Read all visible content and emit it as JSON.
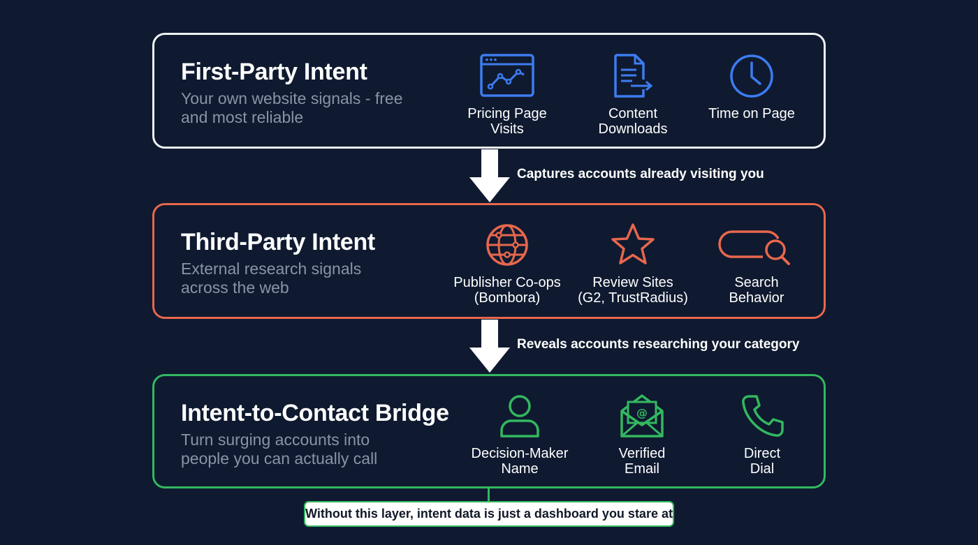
{
  "sections": [
    {
      "title": "First-Party Intent",
      "subtitle": "Your own website signals - free and most reliable",
      "accent": "#3d7cf0",
      "border": "#f1f2f6",
      "items": [
        {
          "icon": "browser-line-chart-icon",
          "label_line1": "Pricing Page",
          "label_line2": "Visits"
        },
        {
          "icon": "document-export-icon",
          "label_line1": "Content",
          "label_line2": "Downloads"
        },
        {
          "icon": "clock-icon",
          "label_line1": "Time on Page",
          "label_line2": ""
        }
      ]
    },
    {
      "title": "Third-Party Intent",
      "subtitle": "External research signals across the web",
      "accent": "#e8674d",
      "border": "#e8674d",
      "items": [
        {
          "icon": "globe-network-icon",
          "label_line1": "Publisher Co-ops",
          "label_line2": "(Bombora)"
        },
        {
          "icon": "star-icon",
          "label_line1": "Review Sites",
          "label_line2": "(G2, TrustRadius)"
        },
        {
          "icon": "search-bar-icon",
          "label_line1": "Search",
          "label_line2": "Behavior"
        }
      ]
    },
    {
      "title": "Intent-to-Contact Bridge",
      "subtitle": "Turn surging accounts into people you can actually call",
      "accent": "#33b85f",
      "border": "#33b85f",
      "items": [
        {
          "icon": "person-icon",
          "label_line1": "Decision-Maker",
          "label_line2": "Name"
        },
        {
          "icon": "email-envelope-icon",
          "label_line1": "Verified",
          "label_line2": "Email"
        },
        {
          "icon": "phone-icon",
          "label_line1": "Direct",
          "label_line2": "Dial"
        }
      ]
    }
  ],
  "connectors": [
    {
      "label": "Captures accounts already visiting you"
    },
    {
      "label": "Reveals accounts researching your category"
    }
  ],
  "footer_note": "Without this layer, intent data is just a dashboard you stare at",
  "colors": {
    "background": "#0f1a30",
    "blue": "#3d7cf0",
    "red": "#e8674d",
    "green": "#33b85f",
    "muted_text": "#8a93a6"
  }
}
